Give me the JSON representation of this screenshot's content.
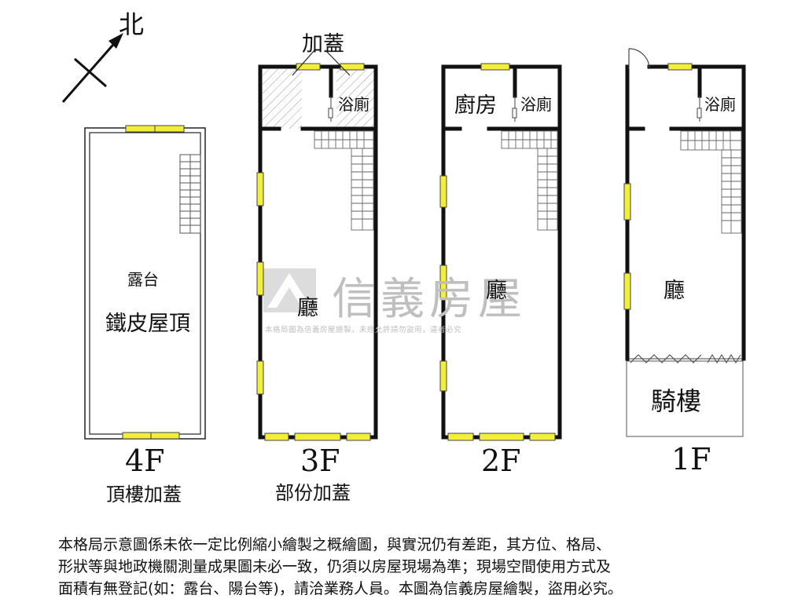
{
  "compass": {
    "label": "北"
  },
  "watermark": {
    "brand": "信義房屋",
    "notice": "本格局圖為信義房屋繪製，未經允許請勿盜用，違者必究"
  },
  "floors": {
    "f4": {
      "number": "4F",
      "description": "頂樓加蓋",
      "rooms": {
        "terrace": "露台",
        "roof": "鐵皮屋頂"
      }
    },
    "f3": {
      "number": "3F",
      "description": "部份加蓋",
      "rooms": {
        "addition": "加蓋",
        "bath": "浴廁",
        "hall": "廳"
      }
    },
    "f2": {
      "number": "2F",
      "rooms": {
        "kitchen": "廚房",
        "bath": "浴廁",
        "hall": "廳"
      }
    },
    "f1": {
      "number": "1F",
      "rooms": {
        "bath": "浴廁",
        "hall": "廳",
        "arcade": "騎樓"
      }
    }
  },
  "disclaimer": {
    "line1": "本格局示意圖係未依一定比例縮小繪製之概繪圖，與實況仍有差距，其方位、格局、",
    "line2": "形狀等與地政機關測量成果圖未必一致，仍須以房屋現場為準；現場空間使用方式及",
    "line3": "面積有無登記(如：露台、陽台等)，請洽業務人員。本圖為信義房屋繪製，盜用必究。"
  }
}
